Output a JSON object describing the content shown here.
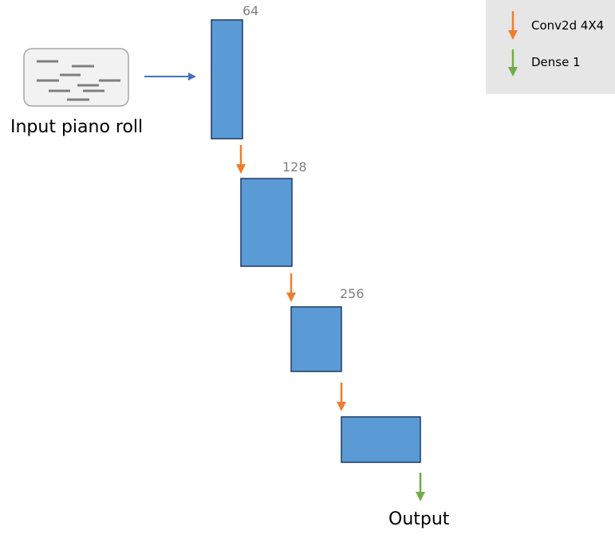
{
  "colors": {
    "block_fill": "#5b9bd5",
    "block_stroke": "#1f3864",
    "conv_arrow": "#ed7d31",
    "dense_arrow": "#70ad47",
    "input_arrow": "#4472c4",
    "legend_bg": "#e7e6e6",
    "label_gray": "#7f7f7f"
  },
  "input": {
    "label": "Input piano roll",
    "icon": "piano-roll-icon"
  },
  "blocks": [
    {
      "label": "64"
    },
    {
      "label": "128"
    },
    {
      "label": "256"
    },
    {
      "label": ""
    }
  ],
  "output": {
    "label": "Output"
  },
  "legend": [
    {
      "label": "Conv2d 4X4",
      "color": "#ed7d31"
    },
    {
      "label": "Dense 1",
      "color": "#70ad47"
    }
  ]
}
